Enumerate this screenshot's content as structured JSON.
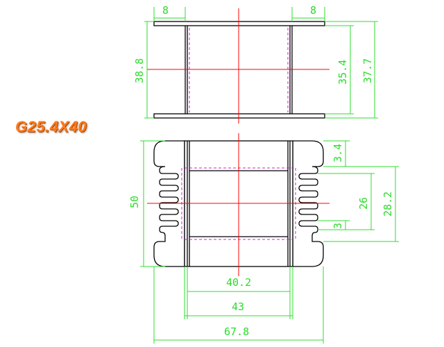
{
  "model_label": "G25.4X40",
  "colors": {
    "dimension": "#2cdc2c",
    "centerline": "#ff0000",
    "hidden_line": "#d020d0",
    "label": "#ff7a1a"
  },
  "dimensions": {
    "flange_left_width": "8",
    "flange_right_width": "8",
    "flange_outer_height": "38.8",
    "window_height": "35.4",
    "overall_height_top": "37.7",
    "bottom_height": "50",
    "tab_gap_top": "3.4",
    "slot_span": "26",
    "slot_span_outer": "28.2",
    "slot_width": "3",
    "inner_width": "40.2",
    "flange_span": "43",
    "overall_width": "67.8"
  }
}
